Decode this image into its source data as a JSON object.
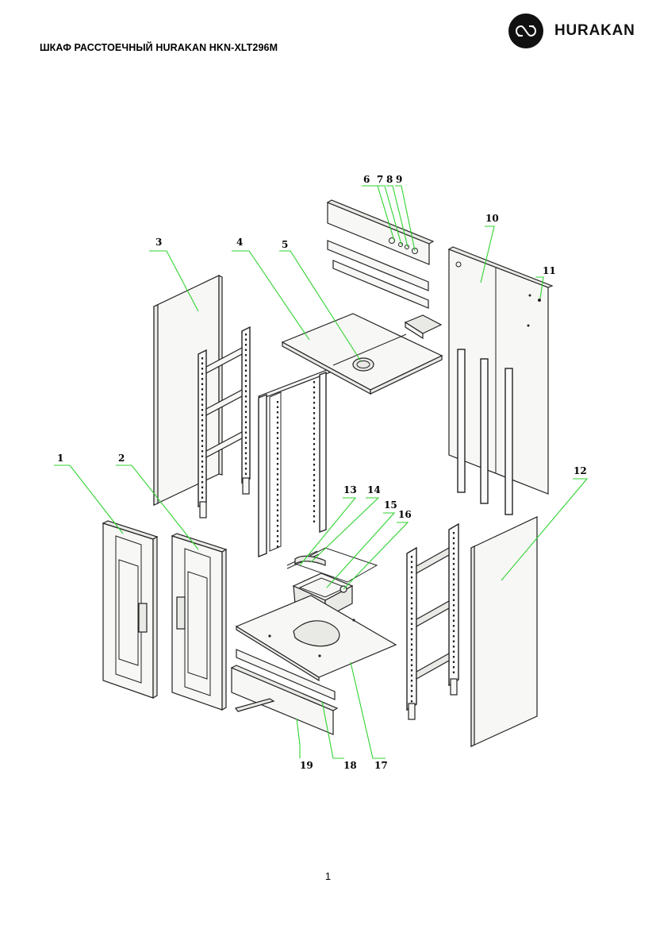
{
  "header": {
    "title": "ШКАФ РАССТОЕЧНЫЙ HURAKAN HKN-XLT296M",
    "brand": "HURAKAN",
    "logo_icon": "hurakan-logo-icon"
  },
  "diagram": {
    "callouts": [
      "1",
      "2",
      "3",
      "4",
      "5",
      "6",
      "7",
      "8",
      "9",
      "10",
      "11",
      "12",
      "13",
      "14",
      "15",
      "16",
      "17",
      "18",
      "19"
    ],
    "leader_color": "#2fd32f"
  },
  "footer": {
    "page_number": "1"
  }
}
